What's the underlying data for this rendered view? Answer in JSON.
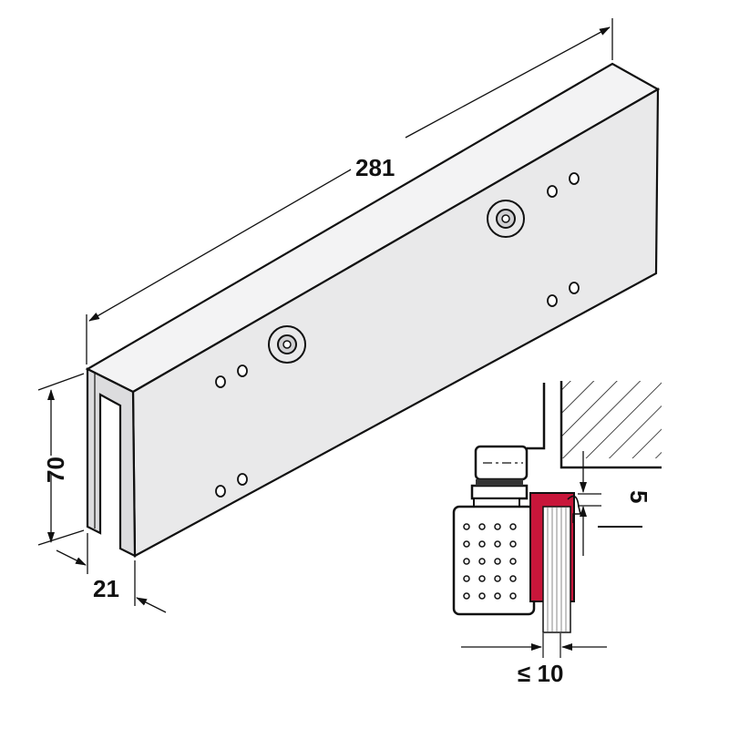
{
  "dimensions": {
    "length": "281",
    "height": "70",
    "depth": "21",
    "gap": "5",
    "glass_thickness": "≤ 10"
  },
  "colors": {
    "profile_fill": "#e9e9ea",
    "gasket": "#c8163a",
    "line": "#111111"
  }
}
